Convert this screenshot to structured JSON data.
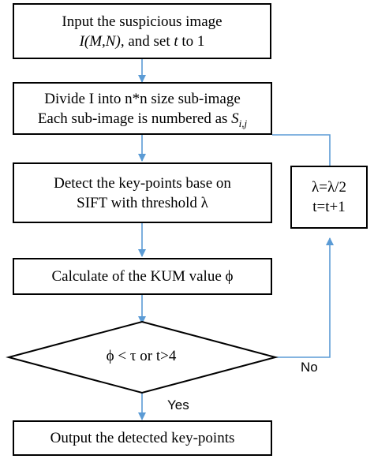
{
  "steps": {
    "input": {
      "line1": "Input the suspicious image",
      "i_symbol": "I",
      "i_args": "(M,N)",
      "line2_rest": ", and set ",
      "t_symbol": "t",
      "line2_end": " to 1"
    },
    "divide": {
      "line1": "Divide I into n*n size sub-image",
      "line2": "Each sub-image is numbered as ",
      "s_symbol": "S",
      "s_subscript": "i,j"
    },
    "detect": {
      "line1": "Detect the key-points base on",
      "line2": "SIFT with threshold λ"
    },
    "calculate": {
      "line1": "Calculate of the KUM value  ϕ"
    },
    "decision": {
      "text": "ϕ < τ  or t>4"
    },
    "output": {
      "line1": "Output the detected key-points"
    },
    "update": {
      "line1": "λ=λ/2",
      "line2": "t=t+1"
    }
  },
  "labels": {
    "no": "No",
    "yes": "Yes"
  },
  "colors": {
    "arrow": "#5b9bd5",
    "border": "#000000"
  }
}
